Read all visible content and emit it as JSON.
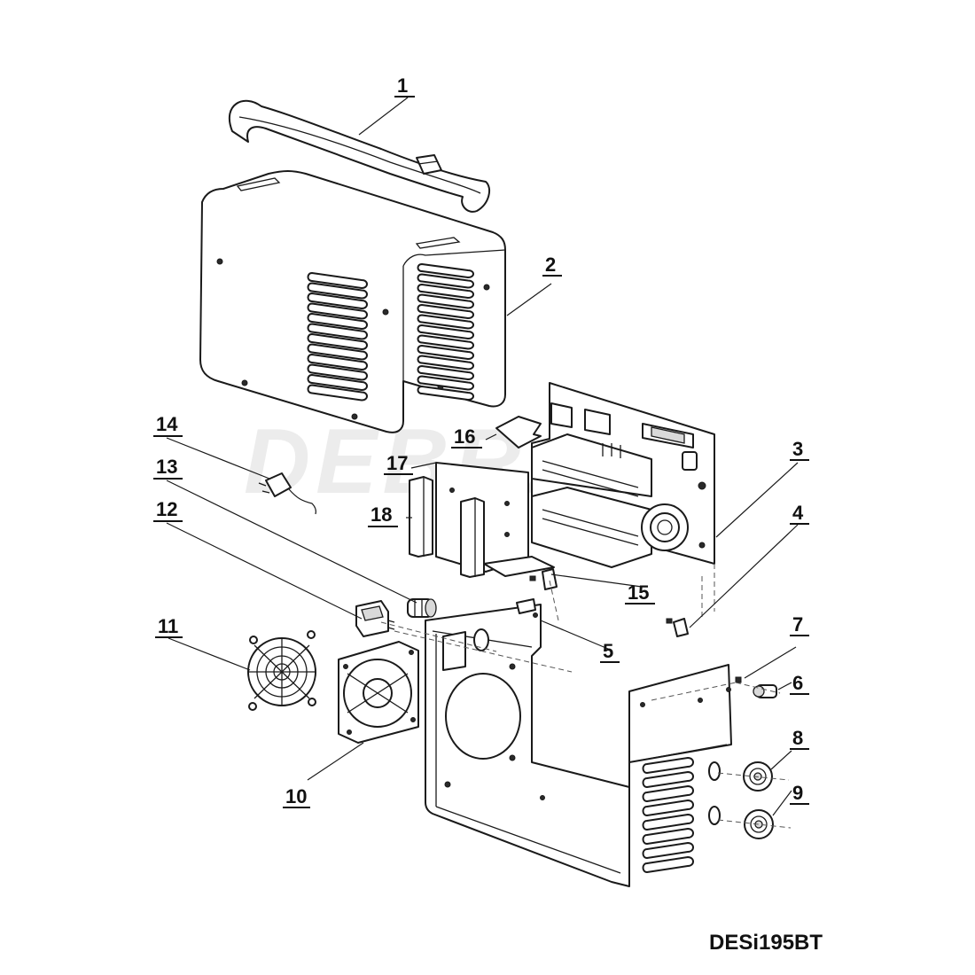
{
  "watermark": "DEBRA",
  "model": "DESi195BT",
  "callouts": [
    "1",
    "2",
    "3",
    "4",
    "5",
    "6",
    "7",
    "8",
    "9",
    "10",
    "11",
    "12",
    "13",
    "14",
    "15",
    "16",
    "17",
    "18"
  ],
  "colors": {
    "ink": "#1a1a1a",
    "background": "#ffffff",
    "watermark": "#000000"
  }
}
